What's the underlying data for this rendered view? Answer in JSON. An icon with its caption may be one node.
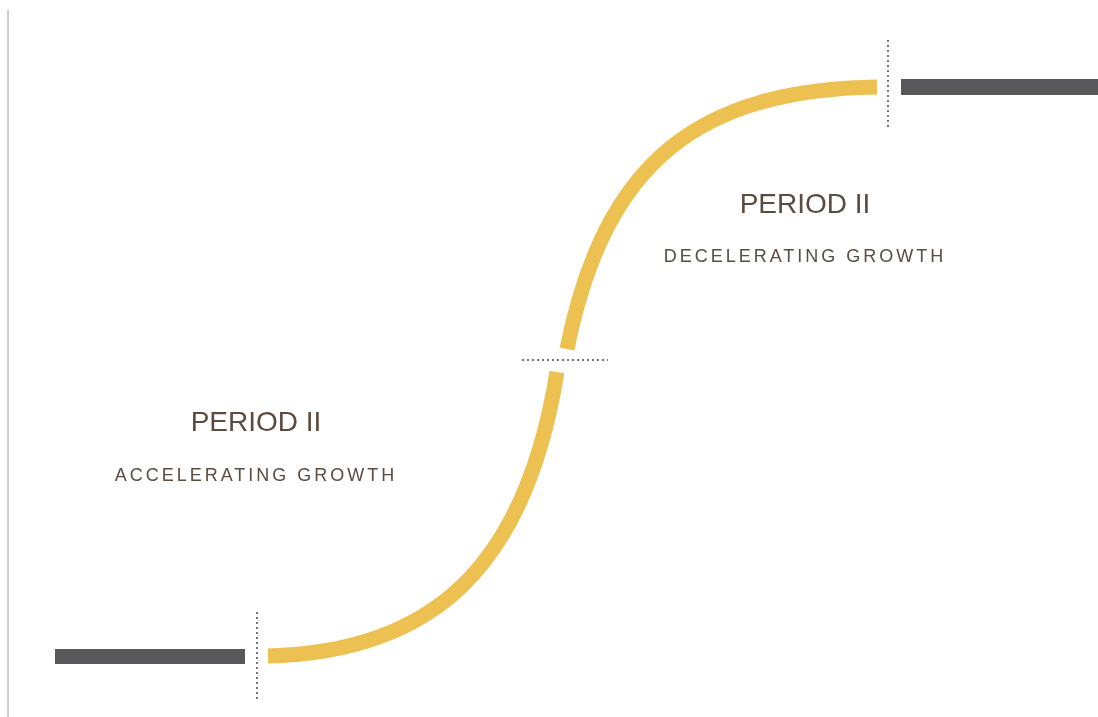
{
  "diagram": {
    "labels": [
      "PERIOD II",
      "DECELERATING GROWTH",
      "PERIOD II",
      "ACCELERATING GROWTH"
    ]
  }
}
